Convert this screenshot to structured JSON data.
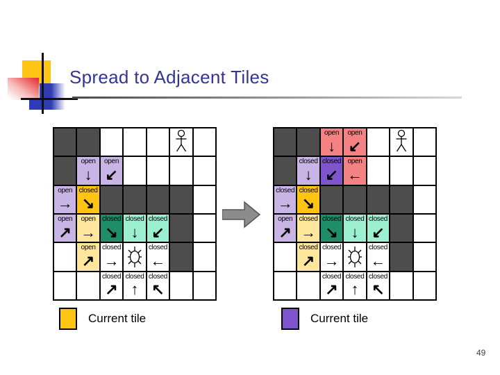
{
  "slide": {
    "title": "Spread to Adjacent Tiles",
    "page_number": "49"
  },
  "palette": {
    "dark": "#4d4d4d",
    "white": "#ffffff",
    "purple": "#c9b4e6",
    "darkpurple": "#7e55cd",
    "gold": "#fdc413",
    "lightyellow": "#fee79c",
    "salmon": "#f58282",
    "green": "#1f8e68",
    "teal": "#9cefd1",
    "title": "#333399",
    "block_arrow": "#8c8c8c"
  },
  "legend_left": {
    "label": "Current tile",
    "color_key": "gold"
  },
  "legend_right": {
    "label": "Current tile",
    "color_key": "darkpurple"
  },
  "grids": {
    "left": {
      "name": "before-spread",
      "rows": [
        [
          {
            "bg": "dark"
          },
          {
            "bg": "dark"
          },
          {
            "bg": "white"
          },
          {
            "bg": "white"
          },
          {
            "bg": "white"
          },
          {
            "bg": "white",
            "icon": "person"
          },
          {
            "bg": "white"
          }
        ],
        [
          {
            "bg": "dark"
          },
          {
            "bg": "purple",
            "label": "open",
            "arrow": "down"
          },
          {
            "bg": "purple",
            "label": "open",
            "arrow": "downleft"
          },
          {
            "bg": "white"
          },
          {
            "bg": "white"
          },
          {
            "bg": "white"
          },
          {
            "bg": "white"
          }
        ],
        [
          {
            "bg": "purple",
            "label": "open",
            "arrow": "right"
          },
          {
            "bg": "gold",
            "label": "closed",
            "arrow": "downright"
          },
          {
            "bg": "dark"
          },
          {
            "bg": "dark"
          },
          {
            "bg": "dark"
          },
          {
            "bg": "dark"
          },
          {
            "bg": "white"
          }
        ],
        [
          {
            "bg": "purple",
            "label": "open",
            "arrow": "upright"
          },
          {
            "bg": "lightyellow",
            "label": "open",
            "arrow": "right"
          },
          {
            "bg": "green",
            "label": "closed",
            "arrow": "downright"
          },
          {
            "bg": "teal",
            "label": "closed",
            "arrow": "down"
          },
          {
            "bg": "teal",
            "label": "closed",
            "arrow": "downleft"
          },
          {
            "bg": "dark"
          },
          {
            "bg": "white"
          }
        ],
        [
          {
            "bg": "white"
          },
          {
            "bg": "lightyellow",
            "label": "open",
            "arrow": "upright"
          },
          {
            "bg": "white",
            "label": "closed",
            "arrow": "right"
          },
          {
            "bg": "white",
            "icon": "goal"
          },
          {
            "bg": "white",
            "label": "closed",
            "arrow": "left"
          },
          {
            "bg": "dark"
          },
          {
            "bg": "white"
          }
        ],
        [
          {
            "bg": "white"
          },
          {
            "bg": "white"
          },
          {
            "bg": "white",
            "label": "closed",
            "arrow": "upright"
          },
          {
            "bg": "white",
            "label": "closed",
            "arrow": "up"
          },
          {
            "bg": "white",
            "label": "closed",
            "arrow": "upleft"
          },
          {
            "bg": "white"
          },
          {
            "bg": "white"
          }
        ]
      ]
    },
    "right": {
      "name": "after-spread",
      "rows": [
        [
          {
            "bg": "dark"
          },
          {
            "bg": "dark"
          },
          {
            "bg": "salmon",
            "label": "open",
            "arrow": "down"
          },
          {
            "bg": "salmon",
            "label": "open",
            "arrow": "downleft"
          },
          {
            "bg": "white"
          },
          {
            "bg": "white",
            "icon": "person"
          },
          {
            "bg": "white"
          }
        ],
        [
          {
            "bg": "dark"
          },
          {
            "bg": "purple",
            "label": "closed",
            "arrow": "down"
          },
          {
            "bg": "darkpurple",
            "label": "closed",
            "arrow": "downleft"
          },
          {
            "bg": "salmon",
            "label": "open",
            "arrow": "left"
          },
          {
            "bg": "white"
          },
          {
            "bg": "white"
          },
          {
            "bg": "white"
          }
        ],
        [
          {
            "bg": "purple",
            "label": "closed",
            "arrow": "right"
          },
          {
            "bg": "gold",
            "label": "closed",
            "arrow": "downright"
          },
          {
            "bg": "dark"
          },
          {
            "bg": "dark"
          },
          {
            "bg": "dark"
          },
          {
            "bg": "dark"
          },
          {
            "bg": "white"
          }
        ],
        [
          {
            "bg": "purple",
            "label": "open",
            "arrow": "upright"
          },
          {
            "bg": "lightyellow",
            "label": "closed",
            "arrow": "right"
          },
          {
            "bg": "green",
            "label": "closed",
            "arrow": "downright"
          },
          {
            "bg": "teal",
            "label": "closed",
            "arrow": "down"
          },
          {
            "bg": "teal",
            "label": "closed",
            "arrow": "downleft"
          },
          {
            "bg": "dark"
          },
          {
            "bg": "white"
          }
        ],
        [
          {
            "bg": "white"
          },
          {
            "bg": "lightyellow",
            "label": "closed",
            "arrow": "upright"
          },
          {
            "bg": "white",
            "label": "closed",
            "arrow": "right"
          },
          {
            "bg": "white",
            "icon": "goal"
          },
          {
            "bg": "white",
            "label": "closed",
            "arrow": "left"
          },
          {
            "bg": "dark"
          },
          {
            "bg": "white"
          }
        ],
        [
          {
            "bg": "white"
          },
          {
            "bg": "white"
          },
          {
            "bg": "white",
            "label": "closed",
            "arrow": "upright"
          },
          {
            "bg": "white",
            "label": "closed",
            "arrow": "up"
          },
          {
            "bg": "white",
            "label": "closed",
            "arrow": "upleft"
          },
          {
            "bg": "white"
          },
          {
            "bg": "white"
          }
        ]
      ]
    }
  }
}
